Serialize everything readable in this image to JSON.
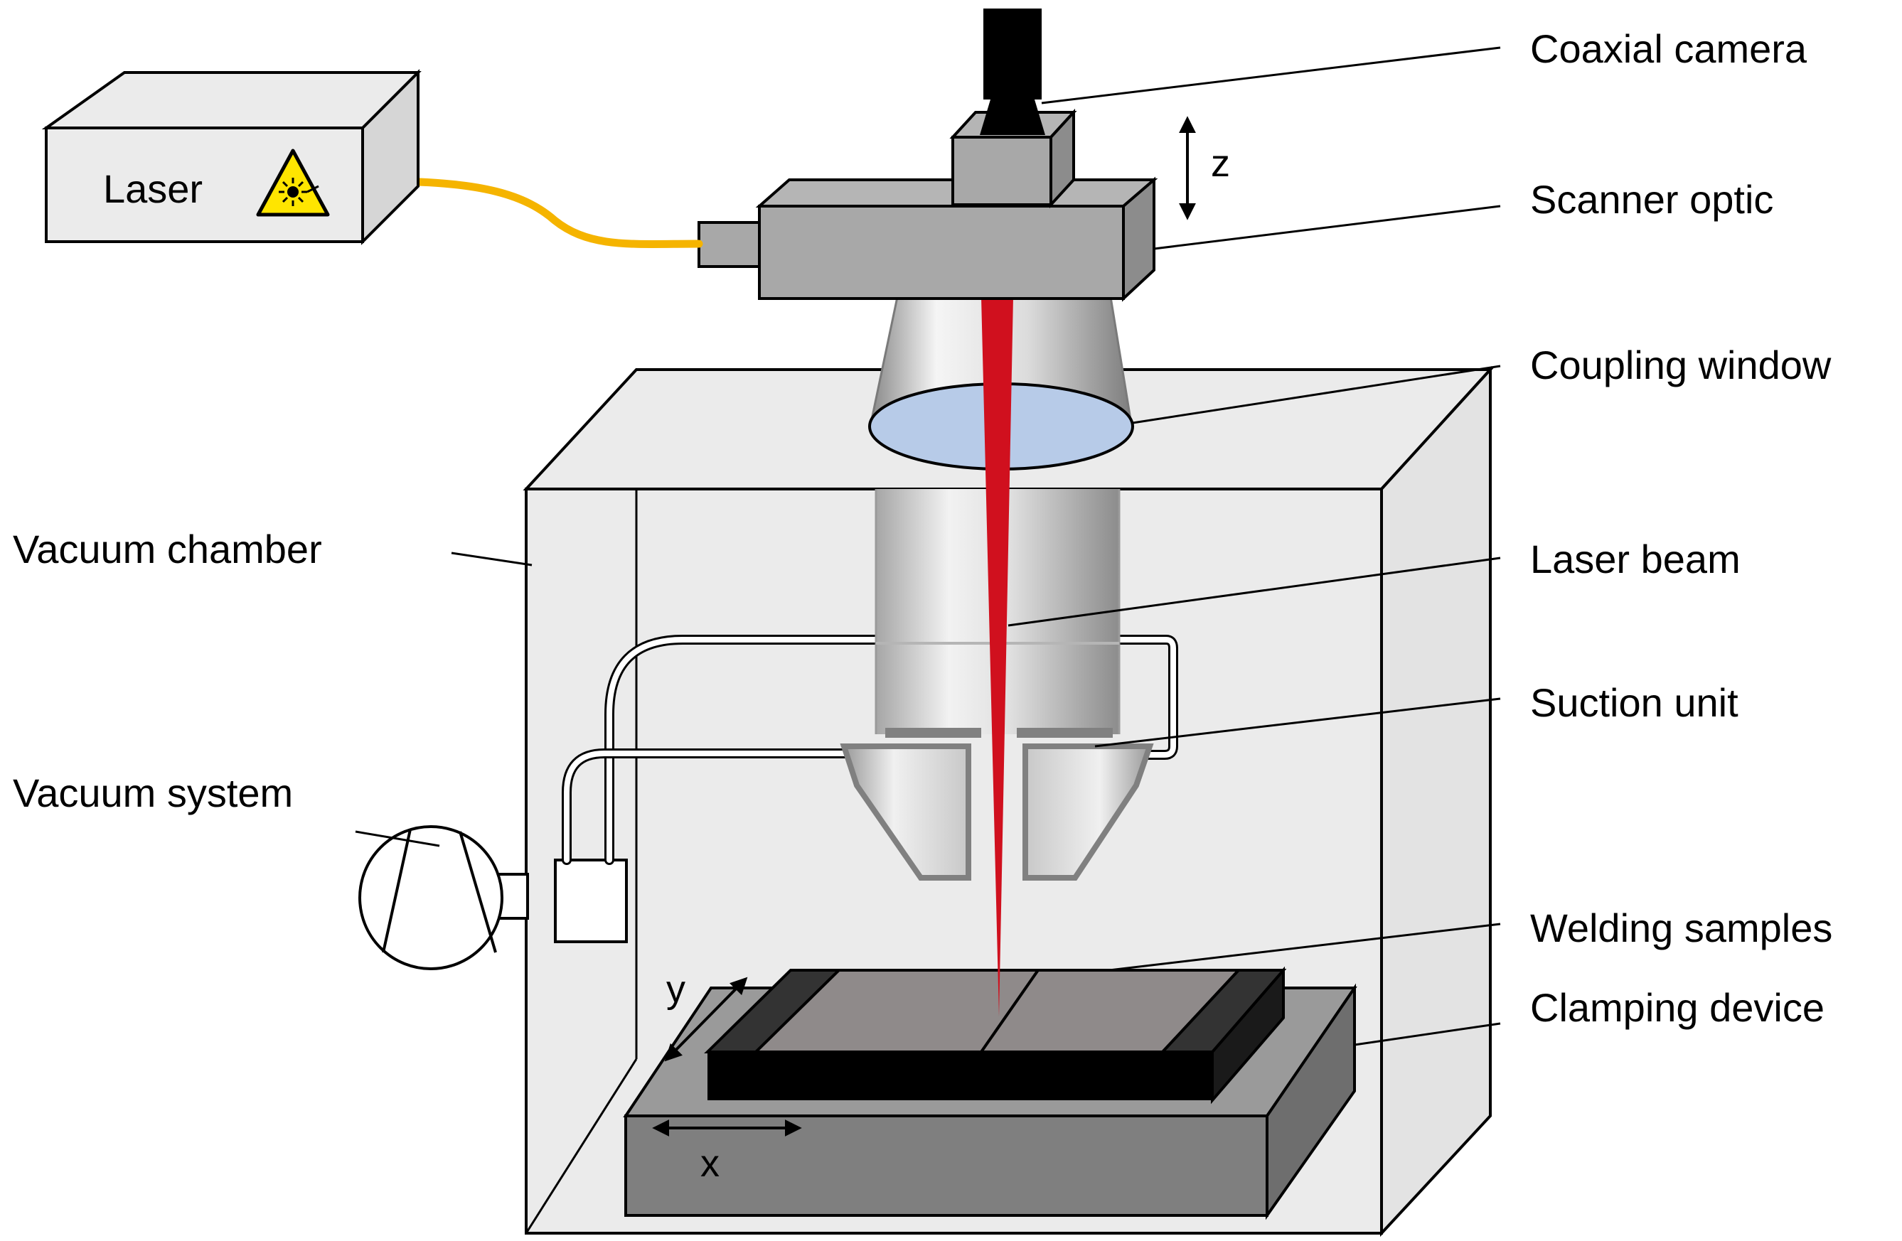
{
  "laser_box": {
    "label": "Laser"
  },
  "labels": {
    "coaxial_camera": "Coaxial camera",
    "scanner_optic": "Scanner optic",
    "coupling_window": "Coupling window",
    "laser_beam": "Laser beam",
    "suction_unit": "Suction unit",
    "welding_samples": "Welding samples",
    "clamping_device": "Clamping device",
    "vacuum_chamber": "Vacuum chamber",
    "vacuum_system": "Vacuum system"
  },
  "axes": {
    "x": "x",
    "y": "y",
    "z": "z"
  },
  "icons": {
    "laser_warning": "laser-warning-icon"
  },
  "colors": {
    "fiber": "#f5b400",
    "beam": "#d0101e",
    "window": "#b7cbe8",
    "chamber": "#ebebeb",
    "optic_gray": "#a8a8a8",
    "warning_yellow": "#ffe500"
  }
}
